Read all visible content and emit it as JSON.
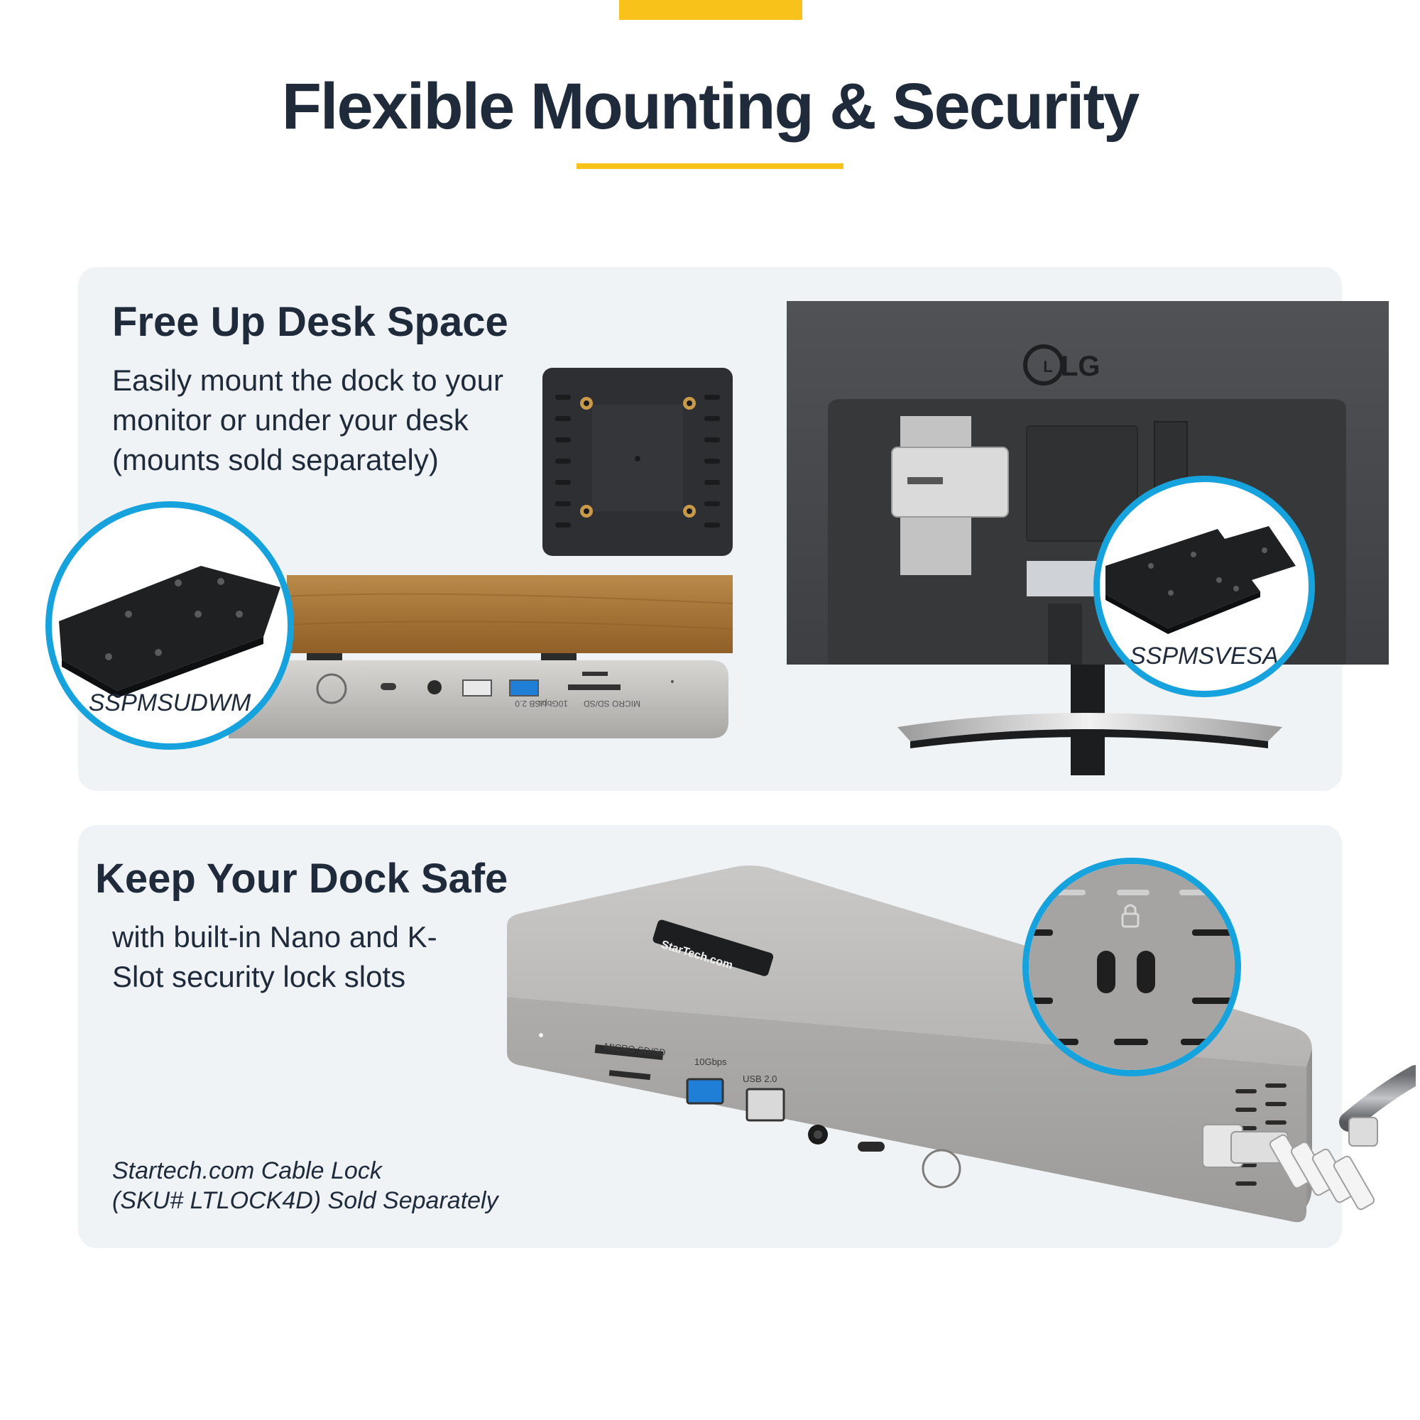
{
  "header": {
    "title": "Flexible Mounting & Security"
  },
  "colors": {
    "accent": "#f8c21a",
    "circle_border": "#16a3dd",
    "title_text": "#1f2a3a",
    "panel_bg": "#f0f3f6"
  },
  "section_mount": {
    "heading": "Free Up Desk Space",
    "body": "Easily mount the dock to your monitor or under your desk (mounts sold separately)",
    "under_desk_mount_label": "SSPMSUDWM",
    "vesa_mount_label": "SSPMSVESA",
    "monitor_brand": "LG",
    "dock_port_labels": [
      "USB 2.0",
      "10Gbps",
      "MICRO SD/SD"
    ]
  },
  "section_security": {
    "heading": "Keep Your Dock Safe",
    "body": "with built-in Nano and K-Slot security lock slots",
    "note_line1": "Startech.com Cable Lock",
    "note_line2": "(SKU# LTLOCK4D) Sold Separately",
    "dock_brand": "StarTech.com",
    "port_labels": {
      "card_reader": "MICRO SD/SD",
      "usb_fast": "10Gbps",
      "usb_slow": "USB 2.0"
    }
  }
}
